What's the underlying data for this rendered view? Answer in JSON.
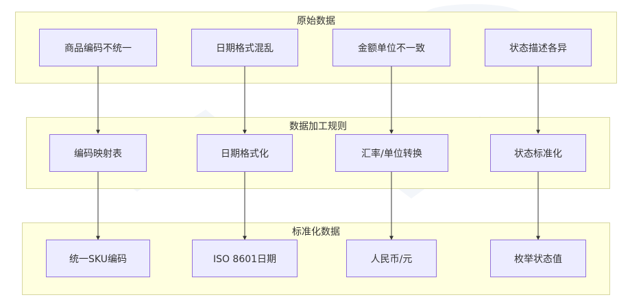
{
  "groups": {
    "raw": {
      "title": "原始数据",
      "nodes": [
        "商品编码不统一",
        "日期格式混乱",
        "金额单位不一致",
        "状态描述各异"
      ]
    },
    "rules": {
      "title": "数据加工规则",
      "nodes": [
        "编码映射表",
        "日期格式化",
        "汇率/单位转换",
        "状态标准化"
      ]
    },
    "standard": {
      "title": "标准化数据",
      "nodes": [
        "统一SKU编码",
        "ISO 8601日期",
        "人民币/元",
        "枚举状态值"
      ]
    }
  },
  "colors": {
    "group_fill": "#ffffe0",
    "group_border": "#d6d6a0",
    "node_fill": "#ececff",
    "node_border": "#9370db",
    "edge": "#333333"
  }
}
